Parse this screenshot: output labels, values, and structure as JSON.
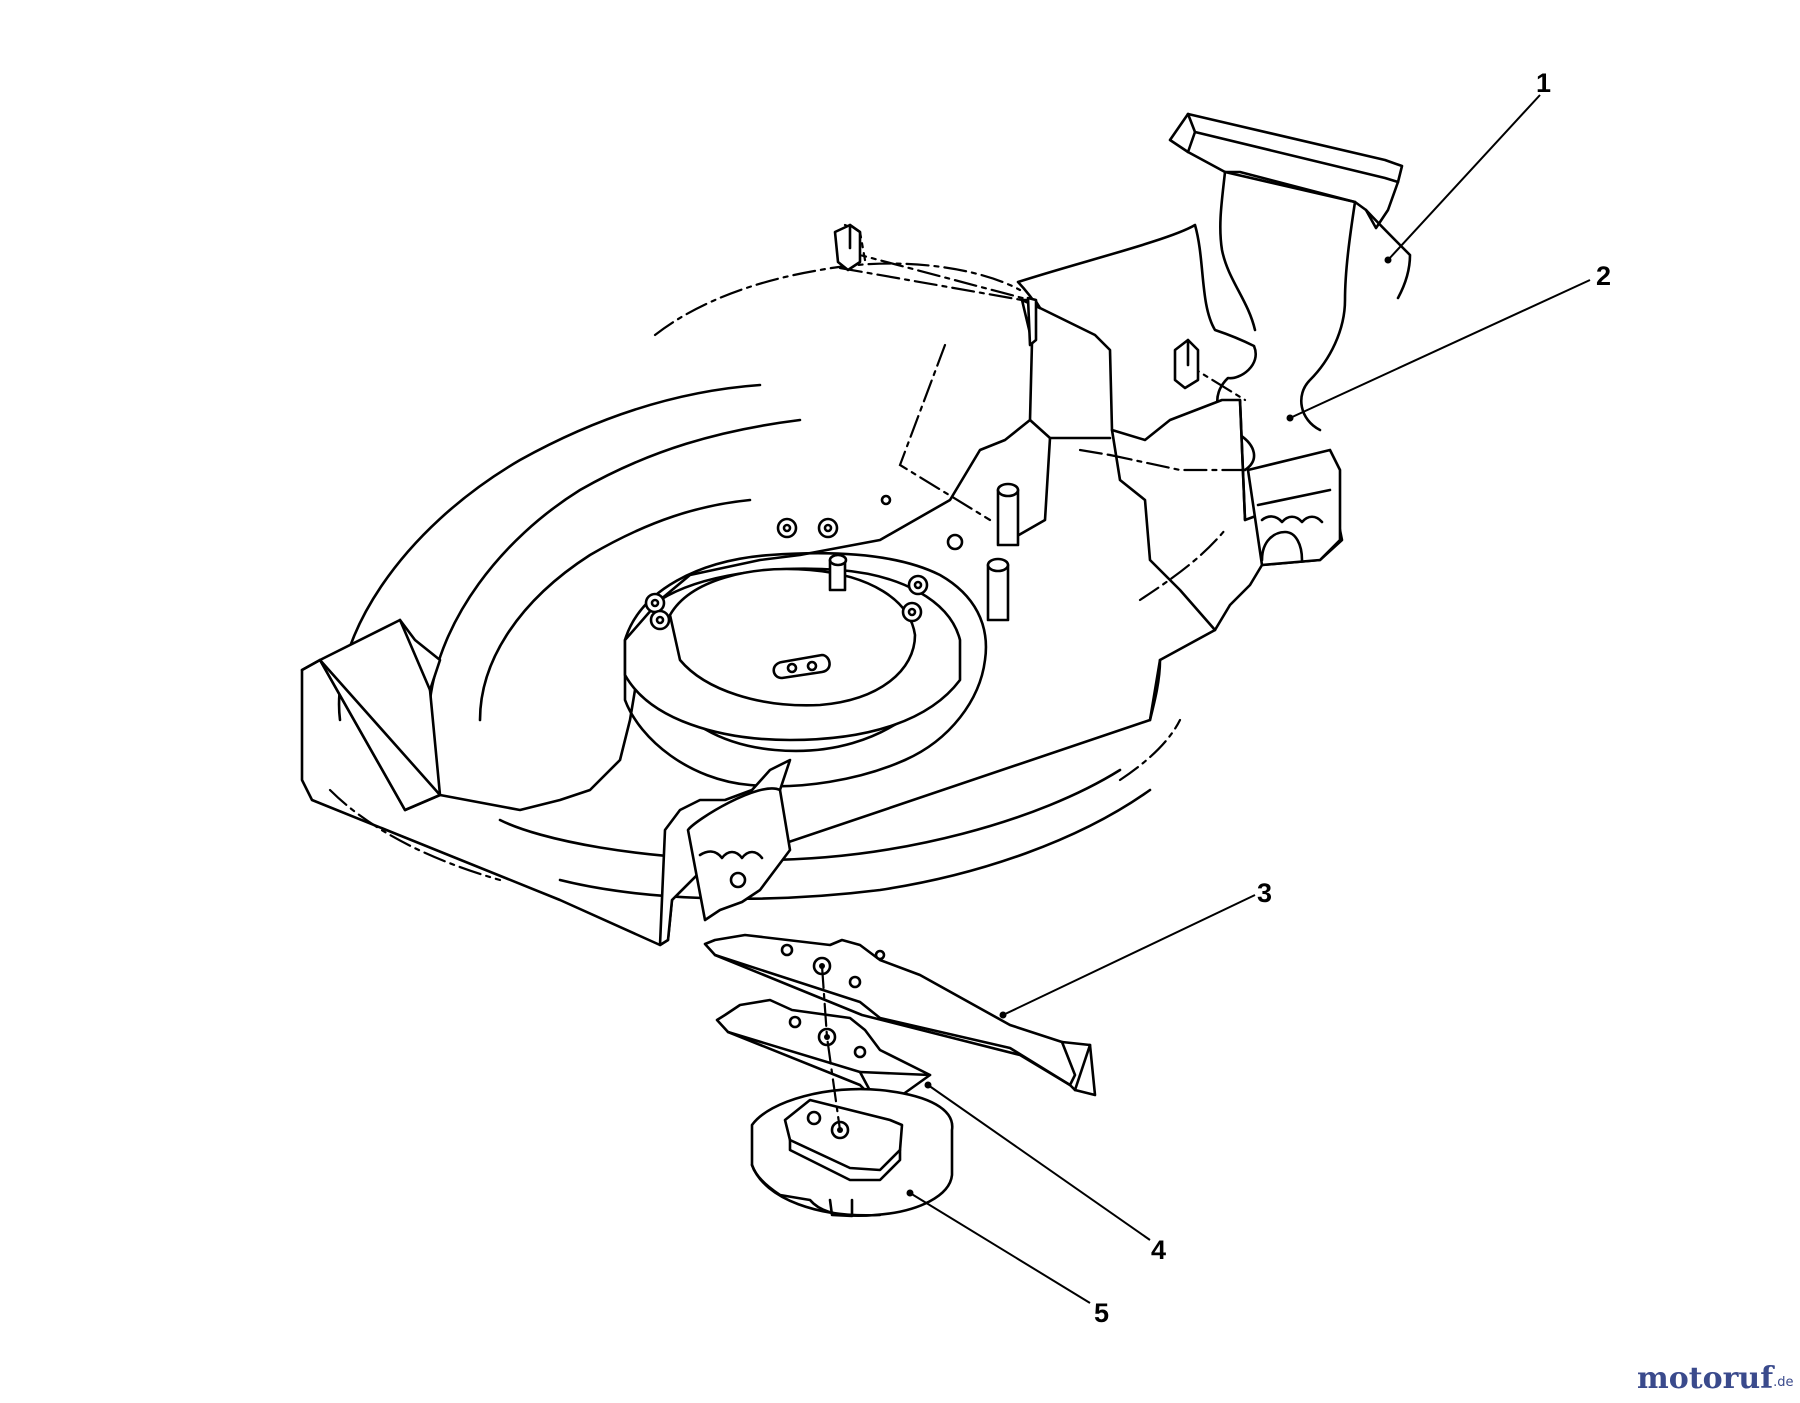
{
  "diagram": {
    "callouts": [
      {
        "id": "1",
        "label": "1"
      },
      {
        "id": "2",
        "label": "2"
      },
      {
        "id": "3",
        "label": "3"
      },
      {
        "id": "4",
        "label": "4"
      },
      {
        "id": "5",
        "label": "5"
      }
    ]
  },
  "watermark": {
    "brand": "motoruf",
    "tld": ".de",
    "colors": {
      "primary": "#3a4a8c",
      "accent": "#e07a1f"
    }
  },
  "icons": {
    "blade": "lawnmower-blade-icon",
    "housing": "mower-deck-housing",
    "chute": "grass-discharge-chute",
    "stiffener": "blade-stiffener",
    "adapter": "blade-adapter"
  }
}
